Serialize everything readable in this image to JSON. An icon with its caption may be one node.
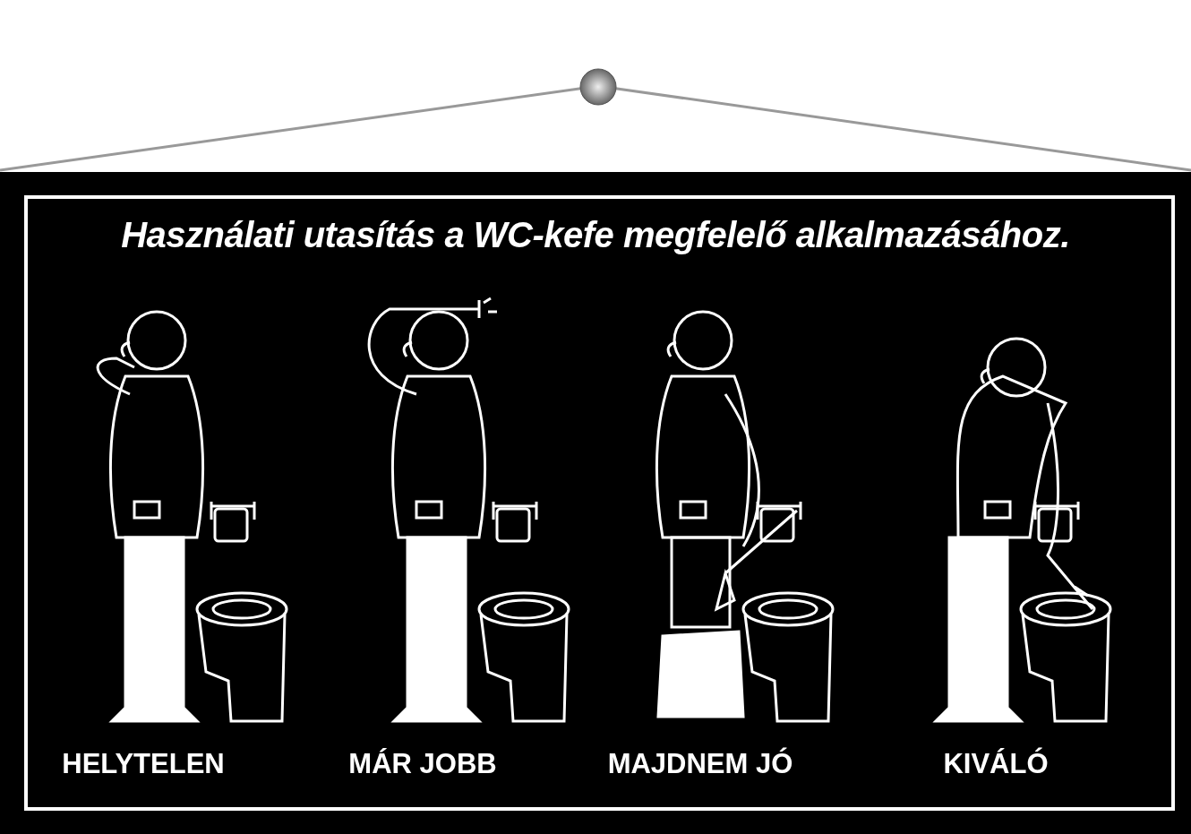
{
  "diagram": {
    "title": "Használati utasítás a WC-kefe megfelelő alkalmazásához.",
    "labels": [
      "HELYTELEN",
      "MÁR JOBB",
      "MAJDNEM JÓ",
      "KIVÁLÓ"
    ]
  }
}
